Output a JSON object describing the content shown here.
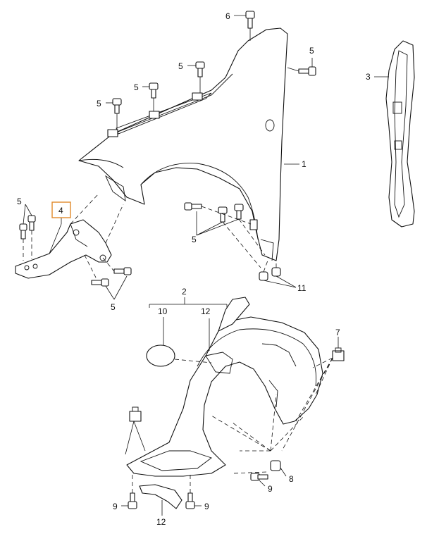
{
  "diagram": {
    "labels": {
      "fender": "1",
      "liner": "2",
      "seal_strip": "3",
      "bracket": "4",
      "bolt": "5",
      "bolt_top": "6",
      "clip": "7",
      "nut": "8",
      "screw": "9",
      "cap": "10",
      "clip_pair": "11",
      "liner_part": "12"
    },
    "highlight_color": "#e08a2c"
  }
}
